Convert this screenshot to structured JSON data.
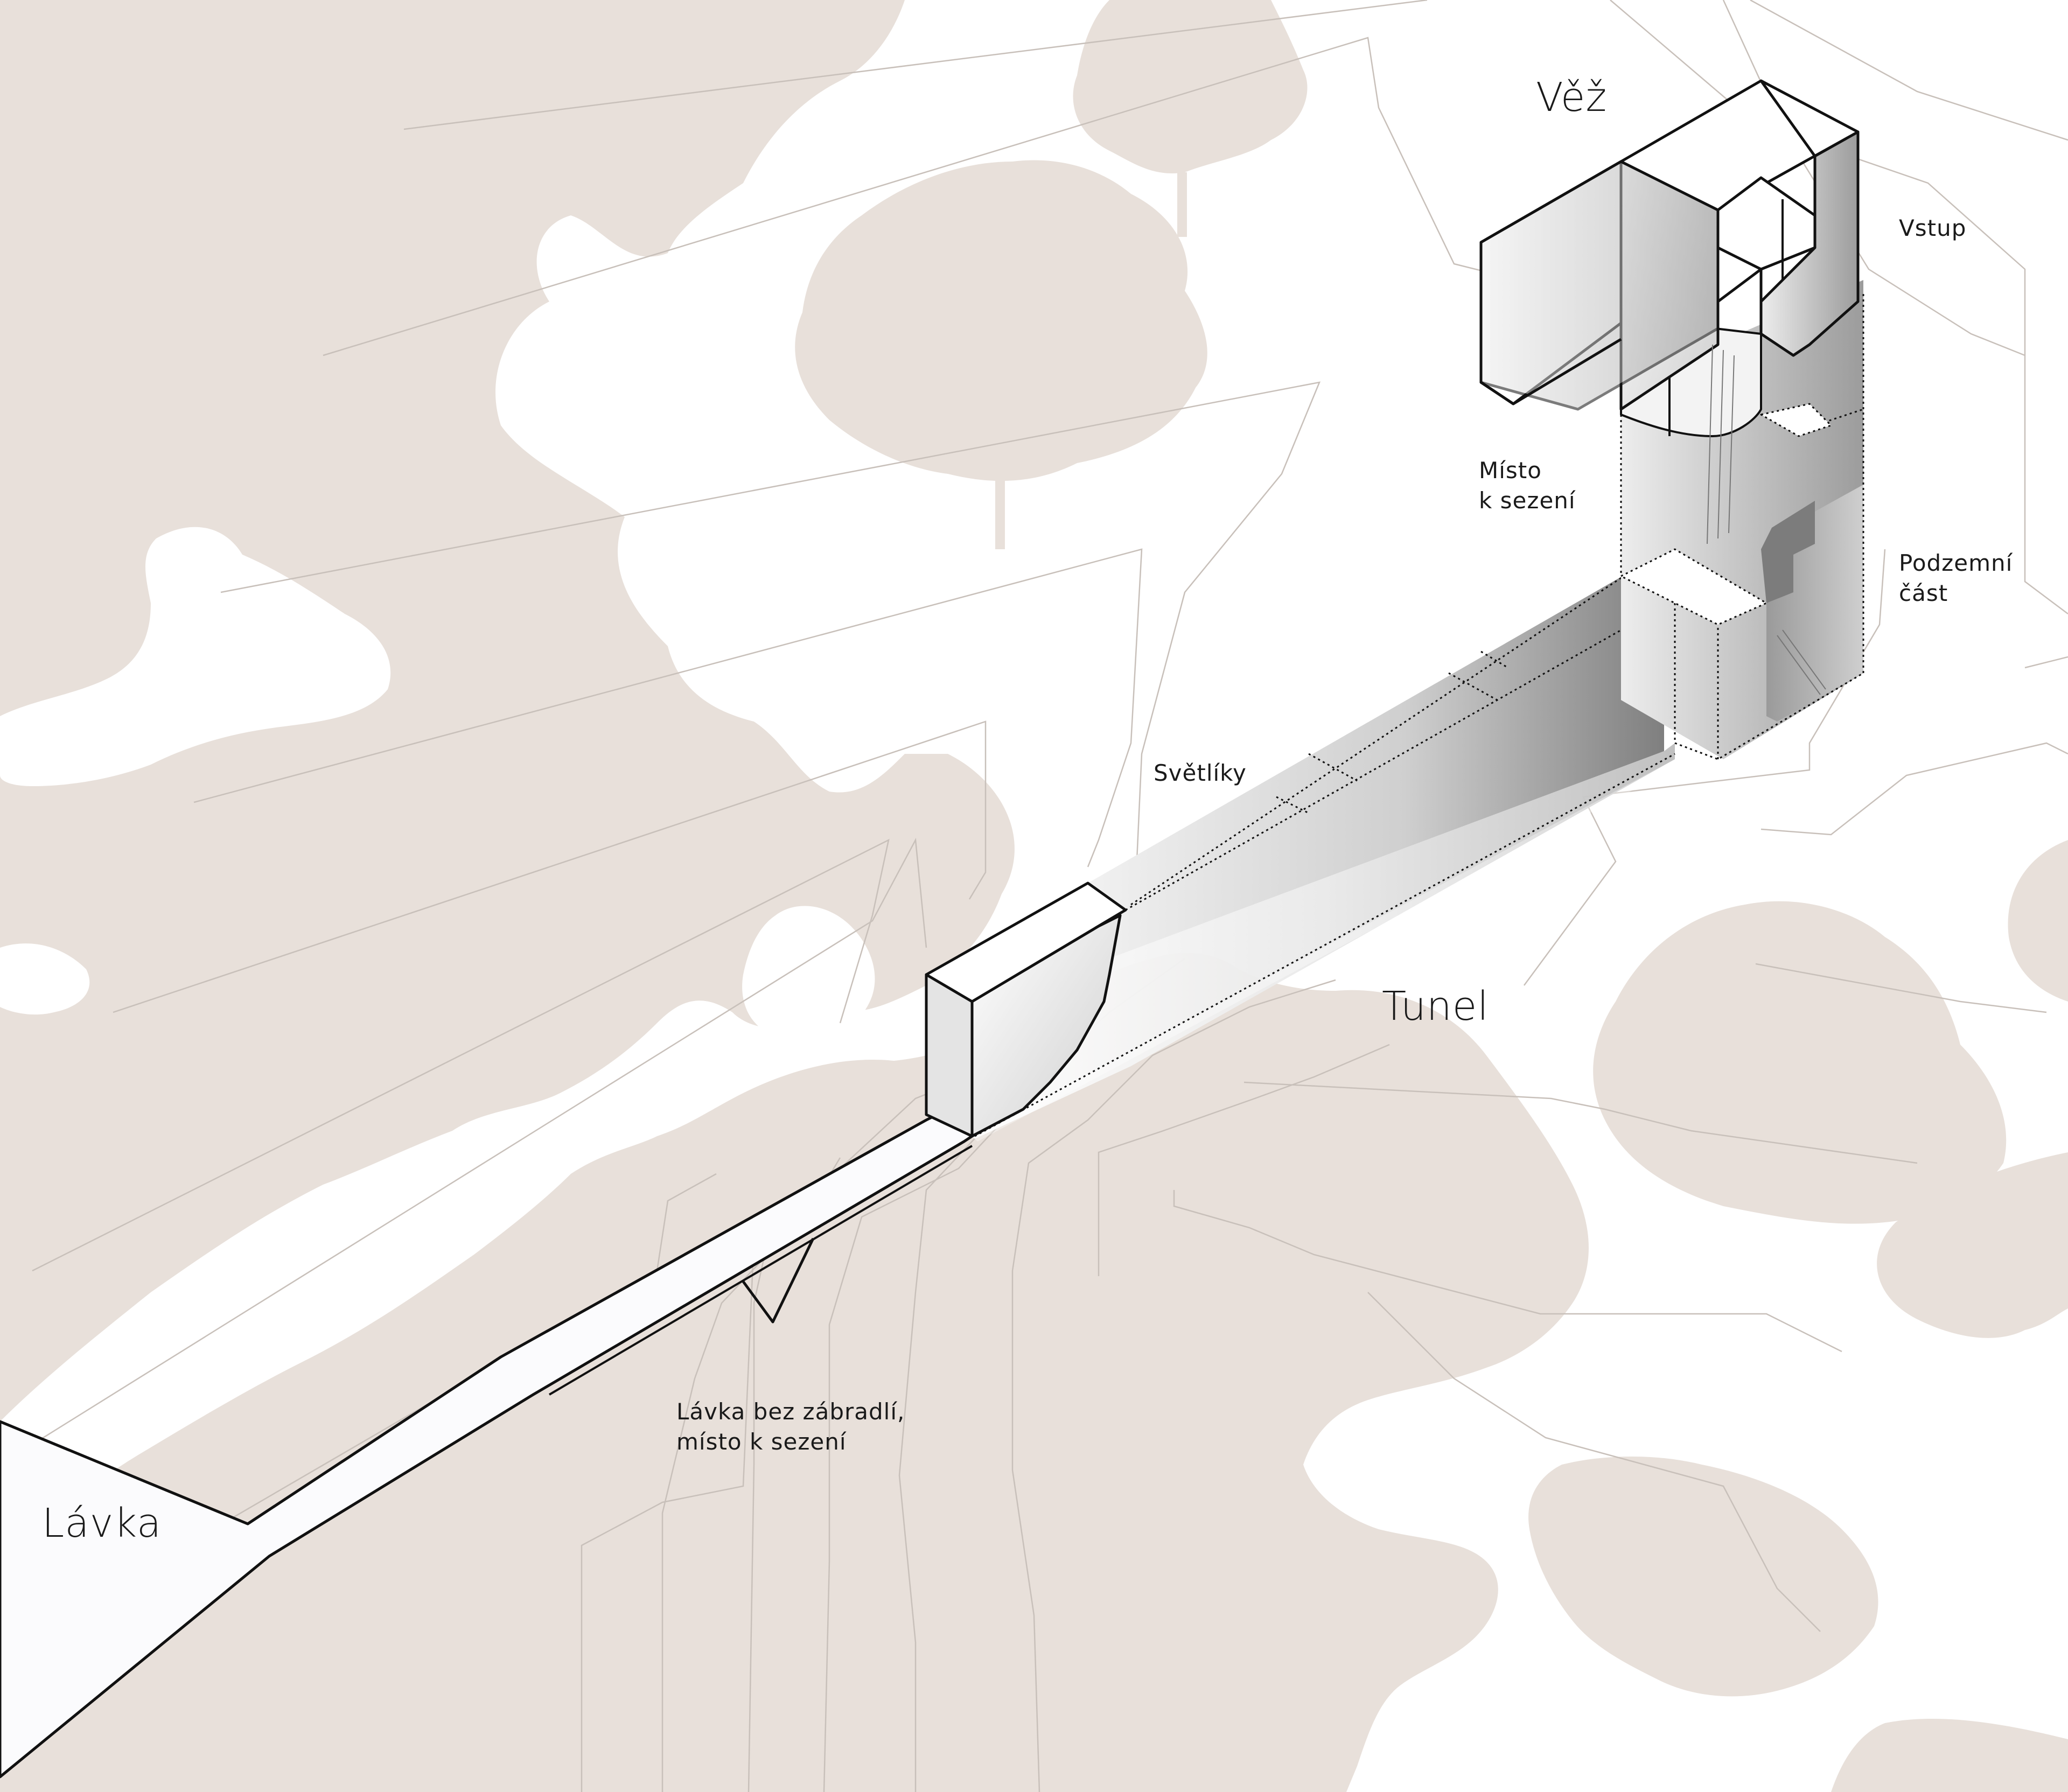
{
  "labels": {
    "vez": "Věž",
    "vstup": "Vstup",
    "misto_line1": "Místo",
    "misto_line2": "k sezení",
    "podzemni_line1": "Podzemní",
    "podzemni_line2": "část",
    "svetliky": "Světlíky",
    "tunel": "Tunel",
    "lavka_note_line1": "Lávka bez zábradlí,",
    "lavka_note_line2": "místo k sezení",
    "lavka": "Lávka"
  },
  "colors": {
    "background": "#ffffff",
    "tree_fill": "#e8e0da",
    "contour_line": "#c8c0ba",
    "structure_stroke": "#111111",
    "volume_light": "#f4f4f4",
    "volume_dark": "#8a8a8a",
    "walkway_fill": "#fbfbfd"
  }
}
